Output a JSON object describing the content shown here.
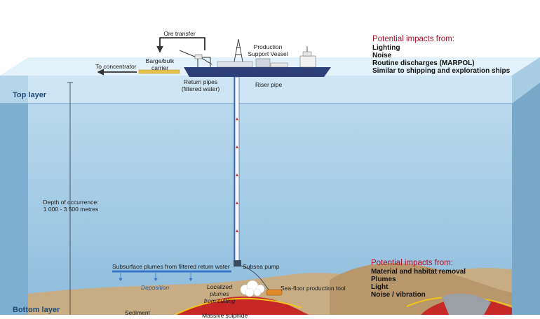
{
  "labels": {
    "ore_transfer": "Ore transfer",
    "barge": "Barge/bulk\ncarrier",
    "production_vessel": "Production\nSupport Vessel",
    "to_concentrator": "To concentrator",
    "return_pipes": "Return pipes\n(filtered water)",
    "riser_pipe": "Riser pipe",
    "depth": "Depth of occurrence:\n1 000 - 3 500 metres",
    "subsurface_plumes": "Subsurface plumes from filtered return water",
    "deposition": "Deposition",
    "subsea_pump": "Subsea pump",
    "localized_plumes": "Localized plumes\nfrom cutting",
    "seafloor_tool": "Sea-floor production tool",
    "sediment": "Sediment",
    "massive_sulphide": "Massive sulphide"
  },
  "layers": {
    "top": "Top layer",
    "bottom": "Bottom layer"
  },
  "impacts_top": {
    "heading": "Potential impacts from:",
    "items": [
      "Lighting",
      "Noise",
      "Routine discharges (MARPOL)",
      "Similar to shipping and exploration ships"
    ]
  },
  "impacts_bottom": {
    "heading": "Potential impacts from:",
    "items": [
      "Material and habitat removal",
      "Plumes",
      "Light",
      "Noise / vibration"
    ]
  },
  "colors": {
    "sea_top": "#d4e9f7",
    "sea_body": "#9cc7e2",
    "impact_heading": "#b0122a",
    "layer_label": "#1f4a78",
    "vessel": "#2c3f77",
    "barge": "#e7c24a"
  }
}
